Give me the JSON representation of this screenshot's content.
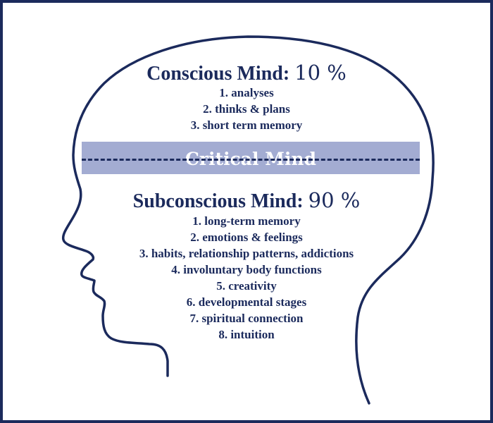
{
  "conscious": {
    "title": "Conscious Mind:",
    "percent": "10 %",
    "items": [
      "1. analyses",
      "2. thinks & plans",
      "3. short term memory"
    ]
  },
  "critical": {
    "label": "Critical Mind"
  },
  "subconscious": {
    "title": "Subconscious Mind:",
    "percent": "90 %",
    "items": [
      "1. long-term memory",
      "2. emotions & feelings",
      "3. habits, relationship patterns, addictions",
      "4. involuntary body functions",
      "5. creativity",
      "6. developmental stages",
      "7. spiritual connection",
      "8. intuition"
    ]
  },
  "colors": {
    "navy": "#1b2a5c",
    "band": "#a3acd2"
  }
}
